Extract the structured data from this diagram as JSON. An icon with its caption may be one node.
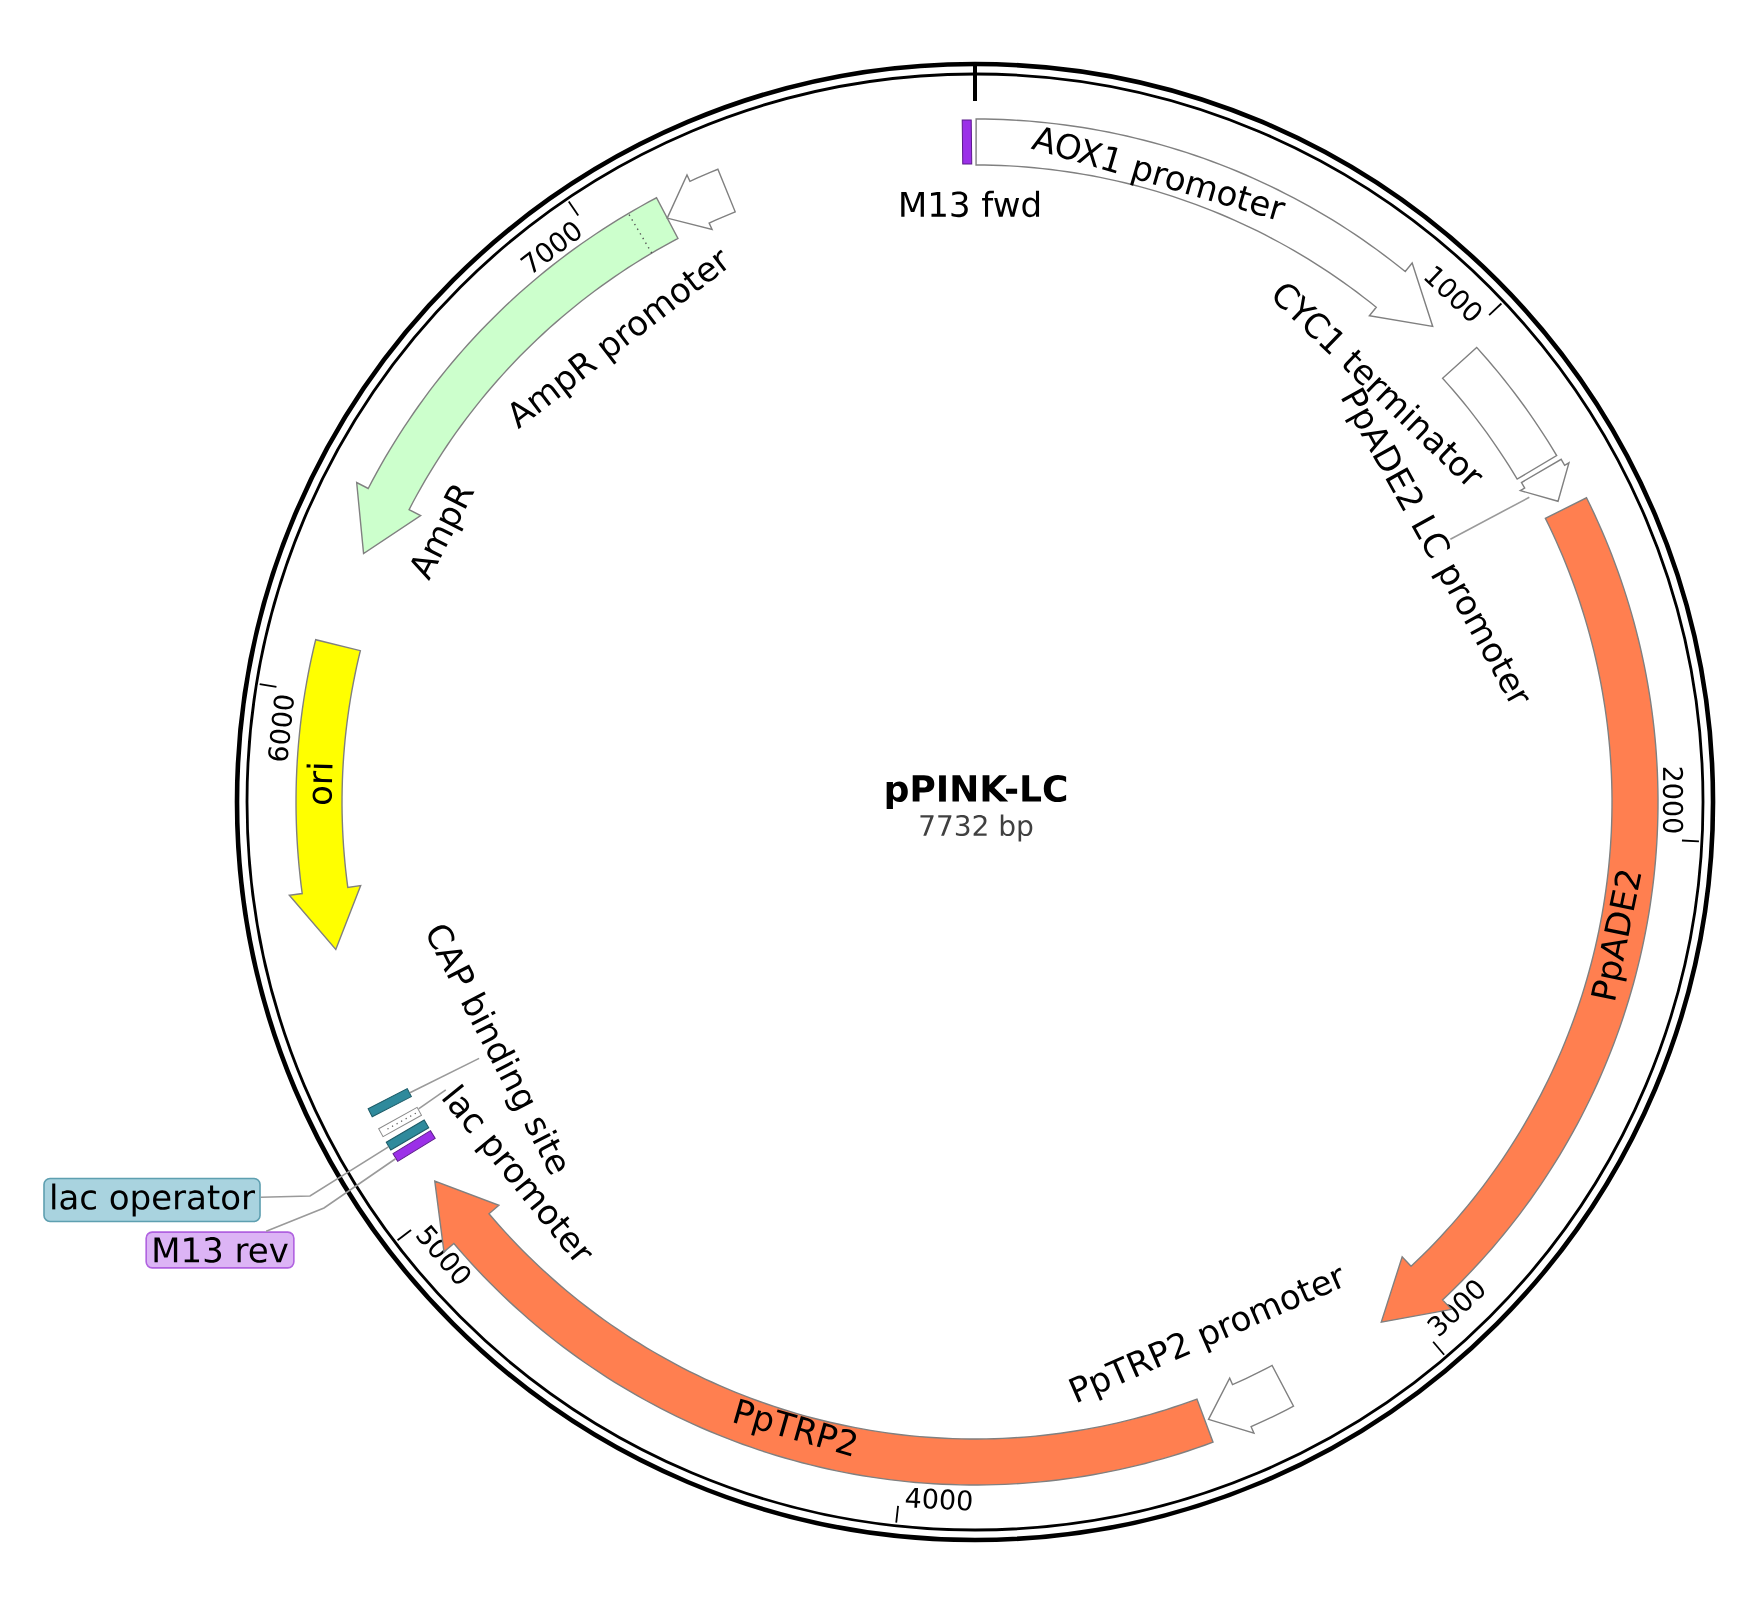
{
  "diagram": {
    "title": "pPINK-LC",
    "nodes": [
      {
        "text": [
          "M13 fwd"
        ]
      },
      {
        "text": [
          "AOX1 promoter"
        ]
      },
      {
        "text": [],
        "shape": "box",
        "beside": [
          "CYC1 terminator"
        ]
      },
      {
        "text": [],
        "shape": "arrow"
      },
      {
        "text": [
          "PpADE2 LC promoter"
        ]
      },
      {
        "text": [
          "PpADE2"
        ]
      },
      {
        "text": [],
        "shape": "arrow",
        "beside": [
          "PpTRP2 promoter"
        ]
      },
      {
        "text": [
          "PpTRP2"
        ]
      },
      {
        "text": [],
        "shape": "box"
      },
      {
        "text": [],
        "shape": "box"
      },
      {
        "text": [],
        "shape": "box"
      },
      {
        "text": [],
        "shape": "box"
      },
      {
        "text": [
          "CAP binding site"
        ]
      },
      {
        "text": [
          "lac promoter"
        ]
      },
      {
        "text": [
          "lac operator"
        ]
      },
      {
        "text": [
          "M13 rev"
        ]
      },
      {
        "text": [
          "ori"
        ]
      },
      {
        "text": [],
        "shape": "arrow",
        "beside": [
          "AmpR"
        ]
      },
      {
        "text": [],
        "shape": "arrow"
      }
    ],
    "edges": [
      {
        "from": 4,
        "to": 3,
        "arrow": "none"
      },
      {
        "from": 12,
        "to": 11,
        "arrow": "none"
      },
      {
        "from": 13,
        "to": 10,
        "arrow": "none"
      },
      {
        "from": 14,
        "to": 9,
        "arrow": "none"
      },
      {
        "from": 15,
        "to": 8,
        "arrow": "none"
      }
    ],
    "labels": [
      "7732 bp",
      "1000",
      "2000",
      "3000",
      "4000",
      "5000",
      "6000",
      "7000",
      "AmpR promoter"
    ]
  }
}
